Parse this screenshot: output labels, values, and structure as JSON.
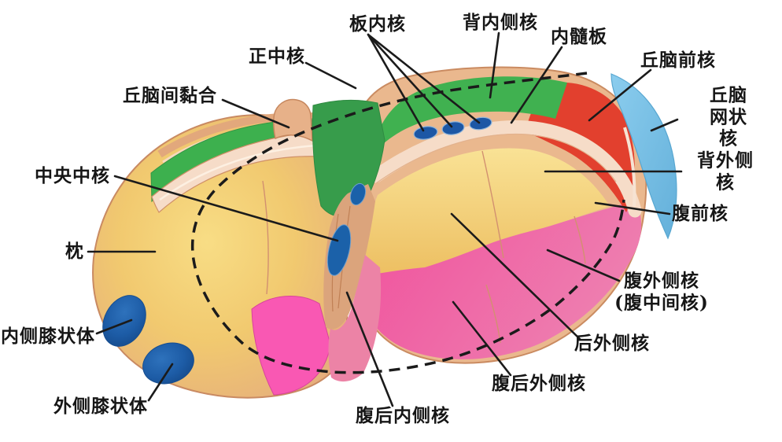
{
  "figure_type": "thalamus-nuclei-anatomical-diagram",
  "colors": {
    "background": "#ffffff",
    "green_surface": "#40b150",
    "green_cut": "#379c4b",
    "yellow_light": "#f8e093",
    "yellow": "#efc468",
    "tan_rim": "#e8b48a",
    "tan_outline": "#c98a62",
    "cream_band": "#f6dcc8",
    "magenta": "#f0509c",
    "salmon_pink": "#ec83a6",
    "red": "#e2402e",
    "blue_reticular": "#7ac4e8",
    "blue_nucleus": "#1d5ca6",
    "line": "#1b1b1b"
  },
  "labels": {
    "intralaminar": {
      "text": "板内核"
    },
    "dorsomedial": {
      "text": "背内侧核"
    },
    "internal_medullary_lamina": {
      "text": "内髓板"
    },
    "midline": {
      "text": "正中核"
    },
    "interthalamic_adhesion": {
      "text": "丘脑间黏合"
    },
    "anterior": {
      "text": "丘脑前核"
    },
    "reticular": {
      "text": "丘脑网状核"
    },
    "dorsolateral": {
      "text": "背外侧核"
    },
    "ventral_anterior": {
      "text": "腹前核"
    },
    "centromedian": {
      "text": "中央中核"
    },
    "pulvinar": {
      "text": "枕"
    },
    "ventral_lateral": {
      "text": "腹外侧核\n(腹中间核)"
    },
    "medial_geniculate": {
      "text": "内侧膝状体"
    },
    "lateral_posterior": {
      "text": "后外侧核"
    },
    "lateral_geniculate": {
      "text": "外侧膝状体"
    },
    "ventral_posterolateral": {
      "text": "腹后外侧核"
    },
    "ventral_posteromedial": {
      "text": "腹后内侧核"
    }
  }
}
